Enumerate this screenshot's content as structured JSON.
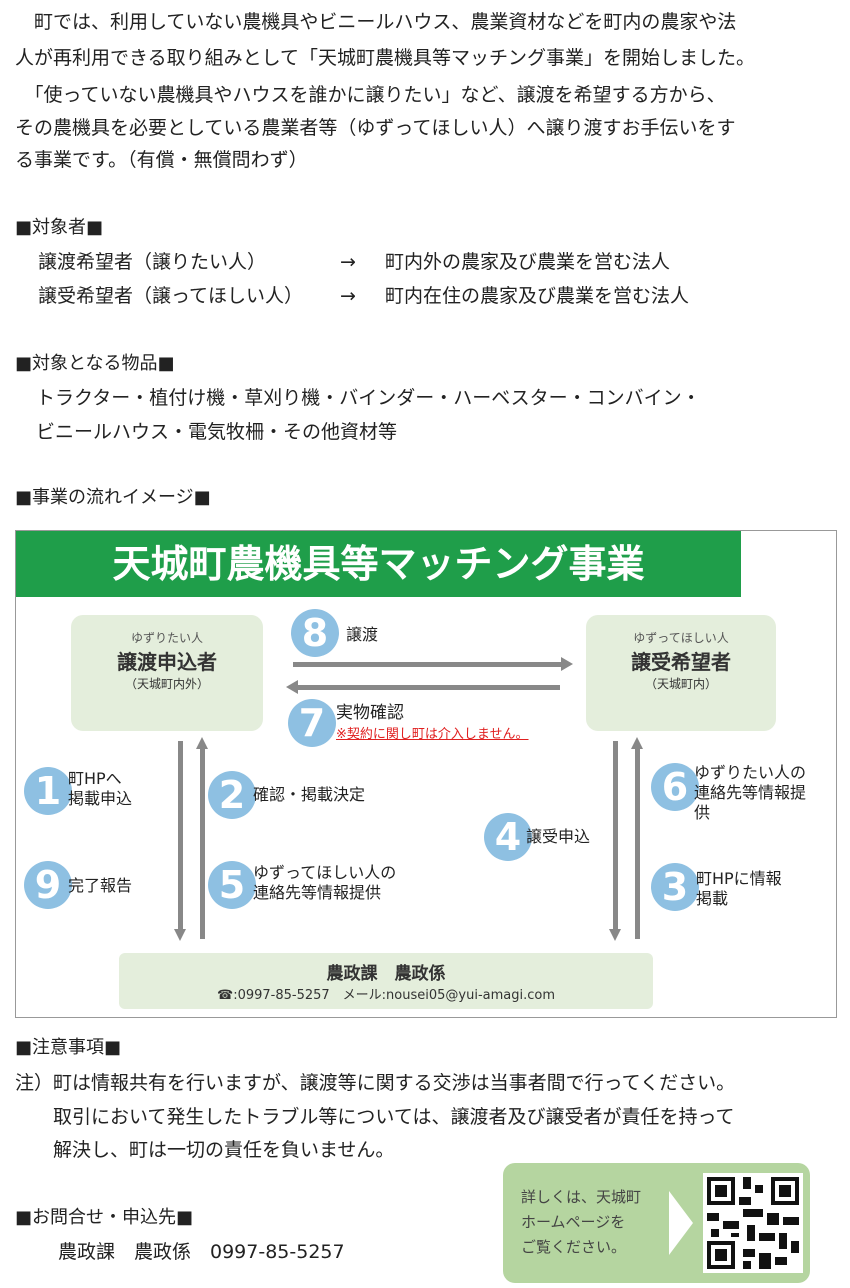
{
  "intro": [
    "　町では、利用していない農機具やビニールハウス、農業資材などを町内の農家や法",
    "人が再利用できる取り組みとして「天城町農機具等マッチング事業」を開始しました。",
    "　「使っていない農機具やハウスを誰かに譲りたい」など、譲渡を希望する方から、",
    "その農機具を必要としている農業者等（ゆずってほしい人）へ譲り渡すお手伝いをす",
    "る事業です。（有償・無償問わず）"
  ],
  "targets": {
    "heading": "■対象者■",
    "rows": [
      {
        "who": "譲渡希望者（譲りたい人）",
        "arrow": "→",
        "desc": "町内外の農家及び農業を営む法人"
      },
      {
        "who": "譲受希望者（譲ってほしい人）",
        "arrow": "→",
        "desc": "町内在住の農家及び農業を営む法人"
      }
    ]
  },
  "items": {
    "heading": "■対象となる物品■",
    "lines": [
      "トラクター・植付け機・草刈り機・バインダー・ハーベスター・コンバイン・",
      "ビニールハウス・電気牧柵・その他資材等"
    ]
  },
  "flow": {
    "heading": "■事業の流れイメージ■",
    "title": "天城町農機具等マッチング事業",
    "left_box": {
      "sub": "ゆずりたい人",
      "main": "譲渡申込者",
      "paren": "（天城町内外）"
    },
    "right_box": {
      "sub": "ゆずってほしい人",
      "main": "譲受希望者",
      "paren": "（天城町内）"
    },
    "steps": [
      {
        "n": "1",
        "label": "町HPへ\n掲載申込"
      },
      {
        "n": "2",
        "label": "確認・掲載決定"
      },
      {
        "n": "3",
        "label": "町HPに情報\n掲載"
      },
      {
        "n": "4",
        "label": "譲受申込"
      },
      {
        "n": "5",
        "label": "ゆずってほしい人の\n連絡先等情報提供"
      },
      {
        "n": "6",
        "label": "ゆずりたい人の\n連絡先等情報提\n供"
      },
      {
        "n": "7",
        "label": "実物確認"
      },
      {
        "n": "8",
        "label": "譲渡"
      },
      {
        "n": "9",
        "label": "完了報告"
      }
    ],
    "note": "※契約に関し町は介入しません。",
    "office": "農政課　農政係",
    "contact": "☎:0997-85-5257　メール:nousei05@yui-amagi.com"
  },
  "cautions": {
    "heading": "■注意事項■",
    "lines": [
      "注）町は情報共有を行いますが、譲渡等に関する交渉は当事者間で行ってください。",
      "　　取引において発生したトラブル等については、譲渡者及び譲受者が責任を持って",
      "　　解決し、町は一切の責任を負いません。"
    ]
  },
  "inquiry": {
    "heading": "■お問合せ・申込先■",
    "line": "農政課　農政係　0997-85-5257"
  },
  "qr": {
    "text": [
      "詳しくは、天城町",
      "ホームページを",
      "ご覧ください。"
    ]
  },
  "colors": {
    "banner": "#1f9e4a",
    "box": "#e4eedc",
    "circle": "#8ec0e2",
    "note": "#e02020",
    "qrbox": "#b5d5a0"
  }
}
